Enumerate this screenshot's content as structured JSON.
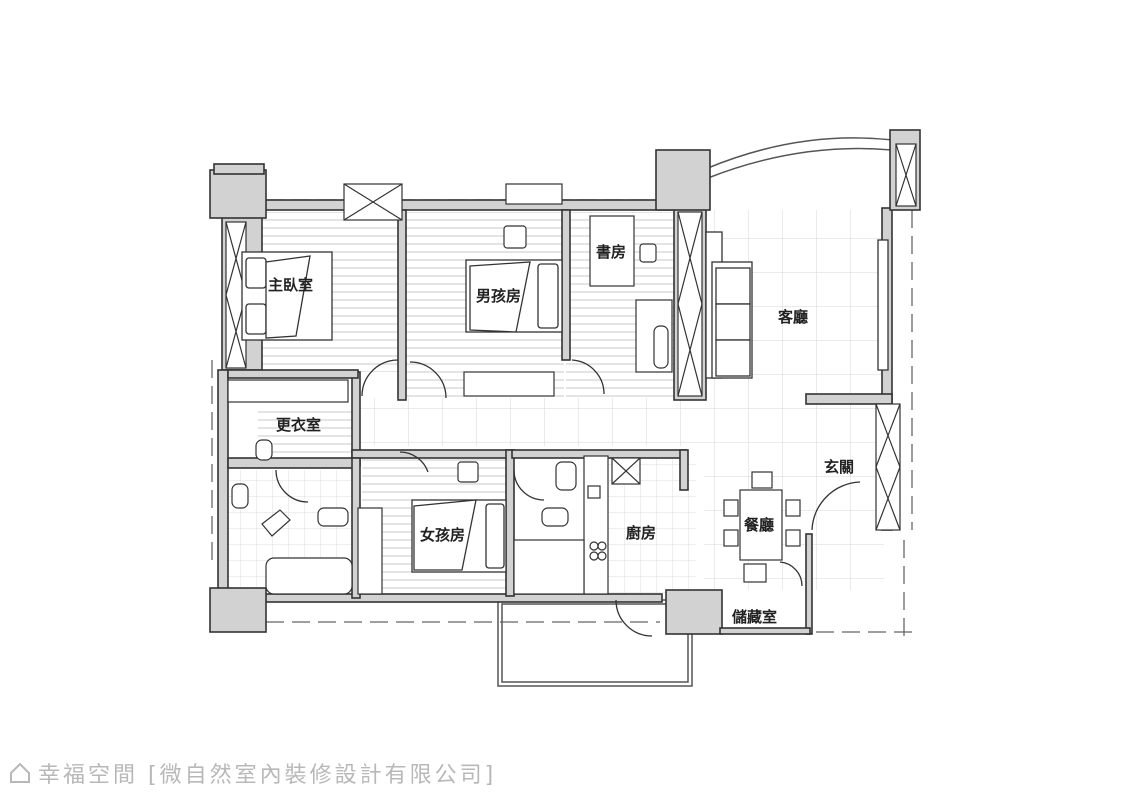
{
  "rooms": {
    "master_bedroom": "主臥室",
    "boys_room": "男孩房",
    "study": "書房",
    "living_room": "客廳",
    "walk_in_closet": "更衣室",
    "girls_room": "女孩房",
    "kitchen": "廚房",
    "dining_room": "餐廳",
    "entrance": "玄關",
    "storage_room": "儲藏室"
  },
  "footer": {
    "brand": "幸福空間",
    "company": "[微自然室內裝修設計有限公司]"
  },
  "colors": {
    "wall": "#cfcfcf",
    "line": "#333333",
    "watermark": "#b8b8b8"
  }
}
